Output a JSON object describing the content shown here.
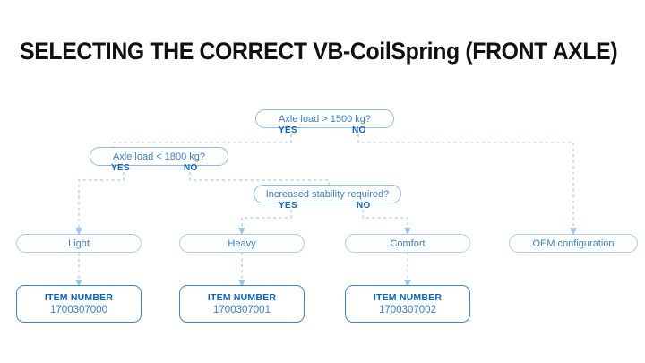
{
  "title": "SELECTING THE CORRECT VB-CoilSpring (FRONT AXLE)",
  "colors": {
    "title": "#111111",
    "node_text": "#3c7fc0",
    "node_border": "#9cc3e8",
    "branch_label": "#1464b4",
    "item_border": "#3e86c6",
    "item_header": "#0b64c0",
    "connector": "#a9cdeb",
    "background": "#ffffff"
  },
  "decisions": [
    {
      "id": "d1",
      "label": "Axle load > 1500 kg?",
      "yes": "YES",
      "no": "NO"
    },
    {
      "id": "d2",
      "label": "Axle load < 1800 kg?",
      "yes": "YES",
      "no": "NO"
    },
    {
      "id": "d3",
      "label": "Increased stability required?",
      "yes": "YES",
      "no": "NO"
    }
  ],
  "results": [
    {
      "id": "r1",
      "label": "Light"
    },
    {
      "id": "r2",
      "label": "Heavy"
    },
    {
      "id": "r3",
      "label": "Comfort"
    },
    {
      "id": "r4",
      "label": "OEM configuration"
    }
  ],
  "items": [
    {
      "id": "i1",
      "header": "ITEM NUMBER",
      "number": "1700307000"
    },
    {
      "id": "i2",
      "header": "ITEM NUMBER",
      "number": "1700307001"
    },
    {
      "id": "i3",
      "header": "ITEM NUMBER",
      "number": "1700307002"
    }
  ]
}
